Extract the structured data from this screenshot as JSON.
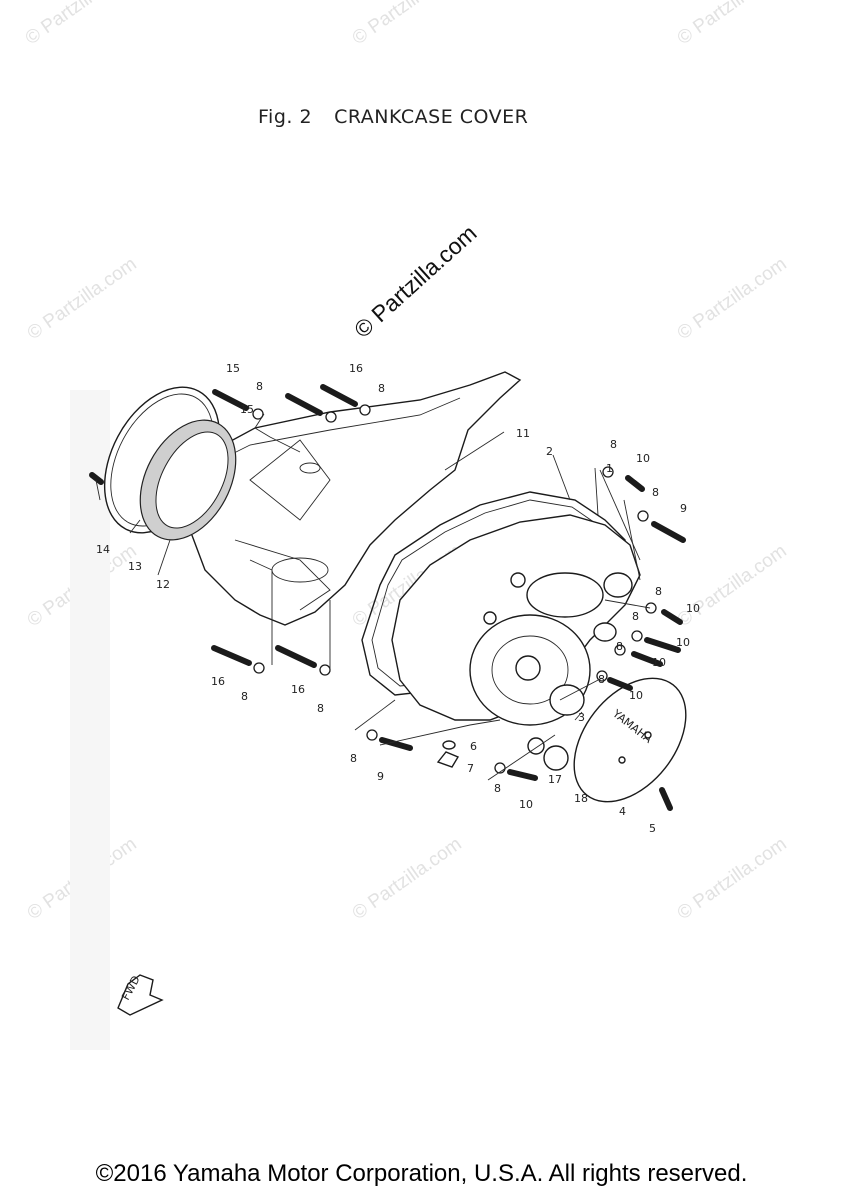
{
  "title": {
    "fig": "Fig. 2",
    "name": "CRANKCASE COVER"
  },
  "watermark": {
    "main": "© Partzilla.com",
    "faint": "© Partzilla.com"
  },
  "cover_text": "YAMAHA",
  "fwd_label": "FWD",
  "callouts": [
    "15",
    "8",
    "15",
    "16",
    "8",
    "11",
    "2",
    "1",
    "8",
    "10",
    "8",
    "9",
    "14",
    "13",
    "12",
    "8",
    "10",
    "8",
    "10",
    "8",
    "10",
    "8",
    "10",
    "16",
    "8",
    "16",
    "8",
    "3",
    "8",
    "9",
    "6",
    "7",
    "17",
    "8",
    "10",
    "18",
    "4",
    "5"
  ],
  "copyright": "©2016 Yamaha Motor Corporation, U.S.A. All rights reserved."
}
